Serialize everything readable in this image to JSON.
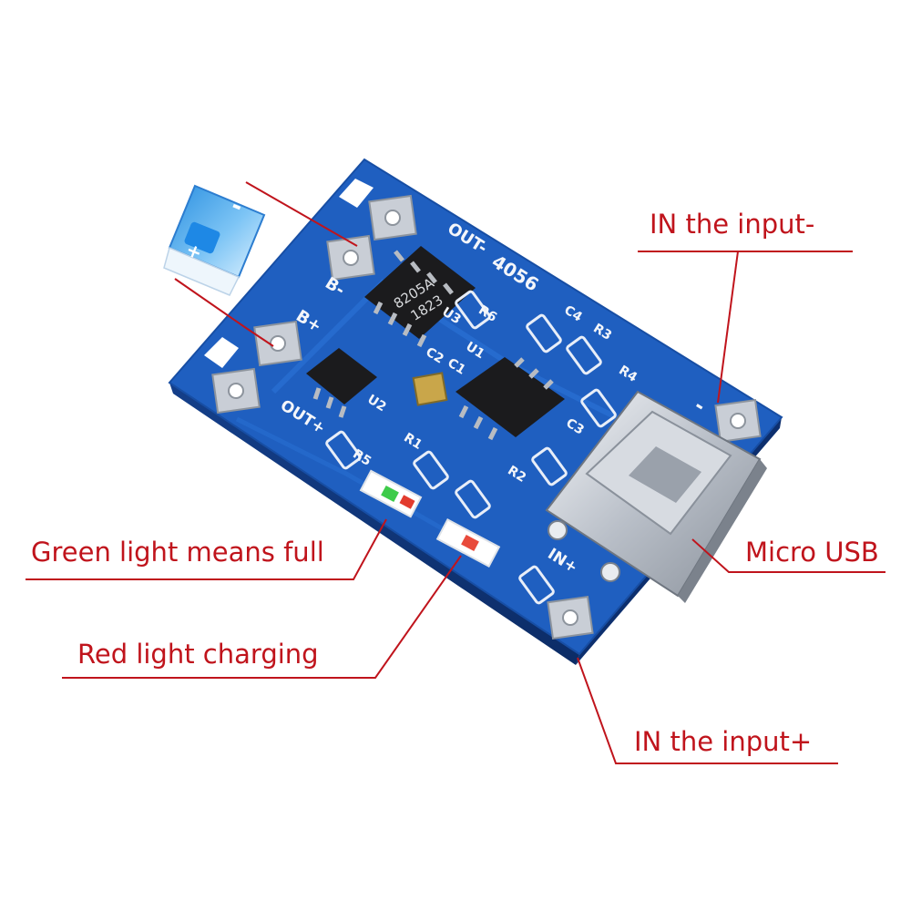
{
  "callouts": {
    "in_minus": "IN the input-",
    "green_led": "Green  light means full",
    "micro_usb": "Micro USB",
    "red_led": "Red light charging",
    "in_plus": "IN the input+"
  },
  "battery": {
    "minus_mark": "-",
    "plus_mark": "+"
  },
  "board": {
    "silkscreen": {
      "out_minus": "OUT-",
      "model": "4056",
      "b_minus": "B-",
      "b_plus": "B+",
      "out_plus": "OUT+",
      "in_minus_mark": "-",
      "in_plus": "IN+",
      "u1": "U1",
      "u2": "U2",
      "u3": "U3",
      "c1": "C1",
      "c2": "C2",
      "c3": "C3",
      "c4": "C4",
      "r1": "R1",
      "r2": "R2",
      "r3": "R3",
      "r4": "R4",
      "r5": "R5",
      "r6": "R6"
    },
    "chip_8205a": {
      "line1": "8205A",
      "line2": "1823"
    }
  },
  "colors": {
    "pcb_blue": "#1f5fc0",
    "callout_line": "#c0141c",
    "callout_text": "#c0141c",
    "chip_black": "#1b1b1d",
    "pad_silver": "#c9ced6"
  }
}
